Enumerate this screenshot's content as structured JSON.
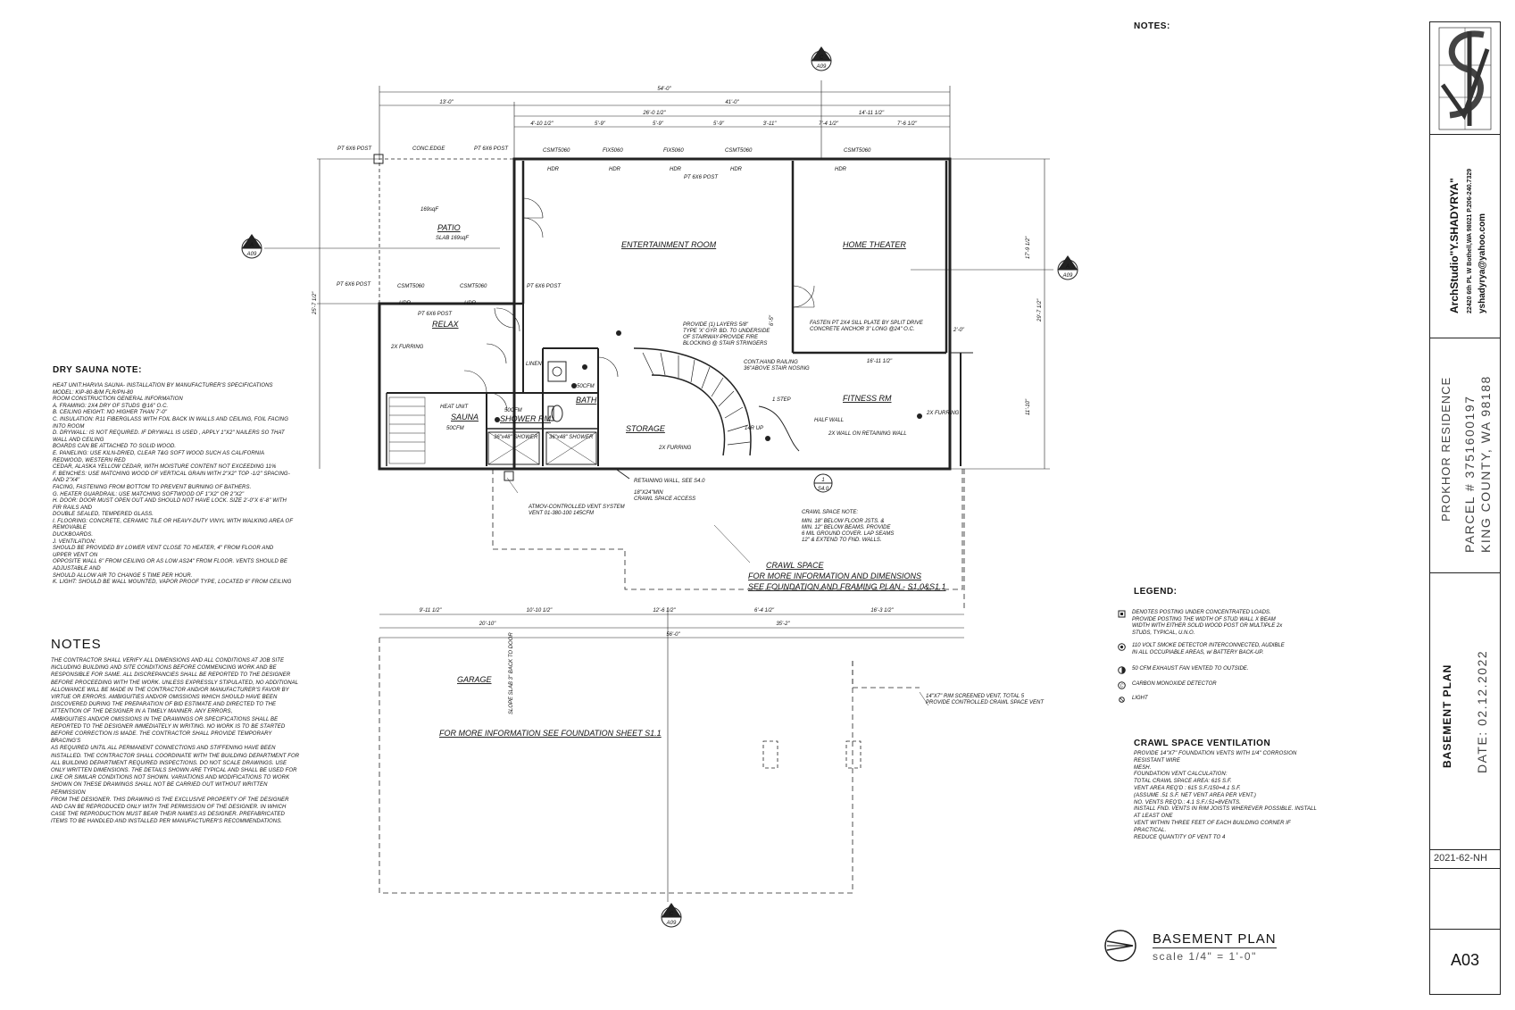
{
  "header": {
    "notes_label": "NOTES:"
  },
  "sauna_note": {
    "title": "DRY SAUNA NOTE:",
    "lines": [
      "HEAT UNIT:HARVIA SAUNA- INSTALLATION BY MANUFACTURER'S SPECIFICATIONS",
      "MODEL: KIP-80-B/M FLR/PN-80",
      "ROOM CONSTRUCTION GENERAL INFORMATION",
      "A. FRAMING: 2X4 DRY OF STUDS @16\" O.C.",
      "B. CEILING HEIGHT: NO HIGHER THAN 7'-0\"",
      "C. INSULATION: R11 FIBERGLASS WITH FOIL BACK IN WALLS AND CEILING, FOIL FACING INTO ROOM",
      "D. DRYWALL: IS NOT REQUIRED. IF DRYWALL IS USED , APPLY 1\"X2\" NAILERS SO THAT WALL AND CEILING",
      "BOARDS CAN BE ATTACHED TO SOLID WOOD.",
      "E. PANELING: USE KILN-DRIED, CLEAR T&G SOFT WOOD SUCH AS CALIFORNIA REDWOOD, WESTERN RED",
      "CEDAR, ALASKA YELLOW CEDAR, WITH MOISTURE CONTENT NOT EXCEEDING 11%",
      "F. BENCHES: USE MATCHING WOOD OF VERTICAL GRAIN WITH 2\"X2\" TOP -1/2\" SPACING- AND 2\"X4\"",
      "FACING, FASTENING FROM BOTTOM TO PREVENT BURNING OF BATHERS.",
      "G. HEATER GUARDRAIL: USE MATCHING SOFTWOOD OF 1\"X2\" OR 2\"X2\"",
      "H. DOOR: DOOR MUST OPEN OUT AND SHOULD NOT HAVE LOCK. SIZE 2'-0\"X 6'-8\" WITH FIR RAILS AND",
      "DOUBLE SEALED, TEMPERED GLASS.",
      "I. FLOORING: CONCRETE, CERAMIC TILE OR HEAVY-DUTY VINYL WITH WALKING AREA OF REMOVABLE",
      "DUCKBOARDS.",
      "J. VENTILATION:",
      "SHOULD BE PROVIDED BY LOWER VENT CLOSE TO HEATER, 4\" FROM FLOOR AND UPPER VENT ON",
      "OPPOSITE WALL 6\" FROM CEILING OR AS LOW AS24\" FROM FLOOR. VENTS SHOULD BE ADJUSTABLE AND",
      "SHOULD ALLOW AIR TO CHANGE 5 TIME PER HOUR.",
      "K. LIGHT: SHOULD BE WALL MOUNTED, VAPOR PROOF TYPE, LOCATED 6\" FROM CEILING"
    ]
  },
  "general_notes": {
    "title": "NOTES",
    "lines": [
      "THE CONTRACTOR SHALL VERIFY ALL DIMENSIONS AND ALL CONDITIONS AT JOB SITE",
      "INCLUDING BUILDING AND SITE CONDITIONS BEFORE COMMENCING WORK AND BE",
      "RESPONSIBLE FOR SAME. ALL DISCREPANCIES SHALL BE REPORTED TO THE DESIGNER",
      "BEFORE PROCEEDING WITH THE WORK. UNLESS EXPRESSLY STIPULATED, NO ADDITIONAL",
      "ALLOWANCE WILL BE MADE IN THE CONTRACTOR AND/OR MANUFACTURER'S FAVOR BY",
      "VIRTUE OR ERRORS. AMBIGUITIES AND/OR OMISSIONS WHICH SHOULD HAVE BEEN",
      "DISCOVERED DURING THE PREPARATION OF BID ESTIMATE AND DIRECTED TO THE",
      "ATTENTION OF THE DESIGNER IN A TIMELY MANNER. ANY ERRORS,",
      "AMBIGUITIES AND/OR OMISSIONS IN THE DRAWINGS OR SPECIFICATIONS SHALL BE",
      "REPORTED TO THE DESIGNER IMMEDIATELY IN WRITING. NO WORK IS TO BE STARTED",
      "BEFORE CORRECTION IS MADE. THE CONTRACTOR SHALL PROVIDE TEMPORARY BRACING'S",
      "AS REQUIRED UNTIL ALL PERMANENT CONNECTIONS AND STIFFENING HAVE BEEN",
      "INSTALLED. THE CONTRACTOR SHALL COORDINATE WITH THE BUILDING DEPARTMENT FOR",
      "ALL BUILDING DEPARTMENT REQUIRED INSPECTIONS. DO NOT SCALE DRAWINGS. USE",
      "ONLY WRITTEN DIMENSIONS. THE DETAILS SHOWN ARE TYPICAL AND SHALL BE USED FOR",
      "LIKE OR SIMILAR CONDITIONS NOT SHOWN. VARIATIONS AND MODIFICATIONS TO WORK",
      "SHOWN ON THESE DRAWINGS SHALL NOT BE CARRIED OUT WITHOUT WRITTEN PERMISSION",
      "FROM THE DESIGNER. THIS DRAWING IS THE EXCLUSIVE PROPERTY OF THE DESIGNER",
      "AND CAN BE REPRODUCED ONLY WITH THE PERMISSION OF THE DESIGNER. IN WHICH",
      "CASE THE REPRODUCTION MUST BEAR THEIR NAMES AS DESIGNER. PREFABRICATED",
      "ITEMS TO BE HANDLED AND INSTALLED PER MANUFACTURER'S RECOMMENDATIONS."
    ]
  },
  "legend": {
    "title": "LEGEND:",
    "items": [
      {
        "symbol": "post-square-icon",
        "lines": [
          "DENOTES POSTING UNDER CONCENTRATED LOADS.",
          "PROVIDE POSTING THE WIDTH OF STUD WALL X BEAM",
          "WIDTH WITH EITHER SOLID WOOD POST OR MULTIPLE 2x",
          "STUDS, TYPICAL, U.N.O."
        ]
      },
      {
        "symbol": "smoke-detector-icon",
        "lines": [
          "110 VOLT SMOKE DETECTOR INTERCONNECTED, AUDIBLE",
          "IN ALL OCCUPIABLE AREAS, w/ BATTERY BACK-UP."
        ]
      },
      {
        "symbol": "exhaust-fan-icon",
        "lines": [
          "50 CFM EXHAUST FAN VENTED TO OUTSIDE."
        ]
      },
      {
        "symbol": "co-detector-icon",
        "lines": [
          "CARBON MONOXIDE DETECTOR"
        ]
      },
      {
        "symbol": "light-icon",
        "lines": [
          "LIGHT"
        ]
      }
    ]
  },
  "crawl_vent": {
    "title": "CRAWL SPACE VENTILATION",
    "lines": [
      "PROVIDE 14\"X7\" FOUNDATION VENTS WITH 1/4\" CORROSION RESISTANT WIRE",
      "MESH.",
      "FOUNDATION VENT CALCULATION:",
      "TOTAL CRAWL SPACE AREA: 615 S.F.",
      "VENT AREA REQ'D : 615 S.F./150=4.1 S.F.",
      "(ASSUME .51 S.F. NET VENT AREA PER VENT.)",
      "NO. VENTS REQ'D.: 4.1 S.F./.51=8VENTS.",
      "INSTALL FND. VENTS IN RIM JOISTS WHEREVER POSSIBLE. INSTALL AT LEAST ONE",
      "VENT WITHIN THREE FEET OF EACH BUILDING CORNER IF PRACTICAL.",
      "REDUCE QUANTITY OF VENT TO 4"
    ]
  },
  "plan_title": {
    "title": "BASEMENT PLAN",
    "scale": "scale 1/4\" = 1'-0\""
  },
  "title_block": {
    "company": "ArchStudio\"Y.SHADYRYA\"",
    "address": "22420 6th PL W Bothell,WA 98021 P.206-240.7329",
    "email": "yshadyrya@yahoo.com",
    "project": "PROKHOR RESIDENCE",
    "parcel": "PARCEL # 3751600197",
    "county": "KING COUNTY, WA 98188",
    "sheet_title": "BASEMENT PLAN",
    "date": "DATE: 02.12.2022",
    "job_no": "2021-62-NH",
    "sheet_no": "A03"
  },
  "rooms": {
    "patio": "PATIO",
    "patio_slab": "SLAB 169sqF",
    "patio_area": "169sqF",
    "relax": "RELAX",
    "entertainment": "ENTERTAINMENT ROOM",
    "home_theater": "HOME THEATER",
    "sauna": "SAUNA",
    "shower": "SHOWER RM",
    "bath": "BATH",
    "storage": "STORAGE",
    "fitness": "FITNESS RM",
    "linen": "LINEN",
    "garage": "GARAGE",
    "heat_unit": "HEAT UNIT"
  },
  "dims": {
    "top_total": "54'-0\"",
    "top_13": "13'-0\"",
    "top_41": "41'-0\"",
    "top_26": "26'-0 1/2\"",
    "top_14": "14'-11 1/2\"",
    "seg1": "4'-10 1/2\"",
    "seg2": "5'-9\"",
    "seg3": "5'-9\"",
    "seg4": "5'-9\"",
    "seg5": "3'-11\"",
    "seg6": "7'-4 1/2\"",
    "seg7": "7'-6 1/2\"",
    "left_vert": "25'-7 1/2\"",
    "right_vert": "29'-7 1/2\"",
    "right_17": "17'-9 1/2\"",
    "right_11": "11'-10\"",
    "bot1": "9'-11 1/2\"",
    "bot2": "10'-10 1/2\"",
    "bot3": "12'-6 1/2\"",
    "bot4": "6'-4 1/2\"",
    "bot5": "16'-3 1/2\"",
    "bot_20": "20'-10\"",
    "bot_35": "35'-2\"",
    "bot_56": "56'-0\"",
    "fit_16": "16'-11 1/2\"",
    "d_6": "6'-5\"",
    "d_2": "2'-0\""
  },
  "annotations": {
    "pt_post": "PT 6X6 POST",
    "conc_edge": "CONC.EDGE",
    "csm": "CSMT5060",
    "fx": "FIX5060",
    "hdr": "HDR",
    "stair_note": "PROVIDE (1) LAYERS 5/8\" TYPE 'X' GYP. BD. TO UNDERSIDE OF STAIRWAY-PROVIDE FIRE BLOCKING @ STAIR STRINGERS",
    "rail": "CONT.HAND RAILING 36\"ABOVE STAIR NOSING",
    "step": "1 STEP",
    "up": "14R UP",
    "half_wall": "HALF WALL",
    "retaining": "2X WALL ON RETAINING WALL",
    "furring": "2X FURRING",
    "sill": "FASTEN PT 2X4 SILL PLATE BY SPLIT DRIVE CONCRETE ANCHOR 3\" LONG @24\" O.C.",
    "retaining_see": "RETAINING WALL, SEE S4.0",
    "access": "18\"X24\"MIN CRAWL SPACE ACCESS",
    "vent_system": "ATMOV-CONTROLLED VENT SYSTEM VENT 01-380-100 145CFM",
    "crawl_note_title": "CRAWL SPACE NOTE:",
    "crawl_note": "MIN. 18\" BELOW FLOOR JSTS. & MIN. 12\" BELOW BEAMS. PROVIDE 6 MIL GROUND COVER. LAP SEAMS 12\" & EXTEND TO FND. WALLS.",
    "crawl_space": "CRAWL SPACE",
    "crawl_info": "FOR MORE INFORMATION AND DIMENSIONS",
    "crawl_see": "SEE FOUNDATION AND FRAMING PLAN - S1.0&S1.1",
    "screen_vent": "14\"X7\" RIM SCREENED VENT, TOTAL 5 PROVIDE CONTROLLED CRAWL SPACE VENT",
    "garage_info": "FOR MORE INFORMATION SEE FOUNDATION SHEET S1.1",
    "slope": "SLOPE SLAB 3\" BACK TO DOOR",
    "cfm": "50CFM",
    "shower_size": "36\"x48\" SHOWER",
    "sect": "A09",
    "sect_c": "C",
    "sect_a": "A",
    "s4": "S4.0",
    "s1": "1"
  }
}
